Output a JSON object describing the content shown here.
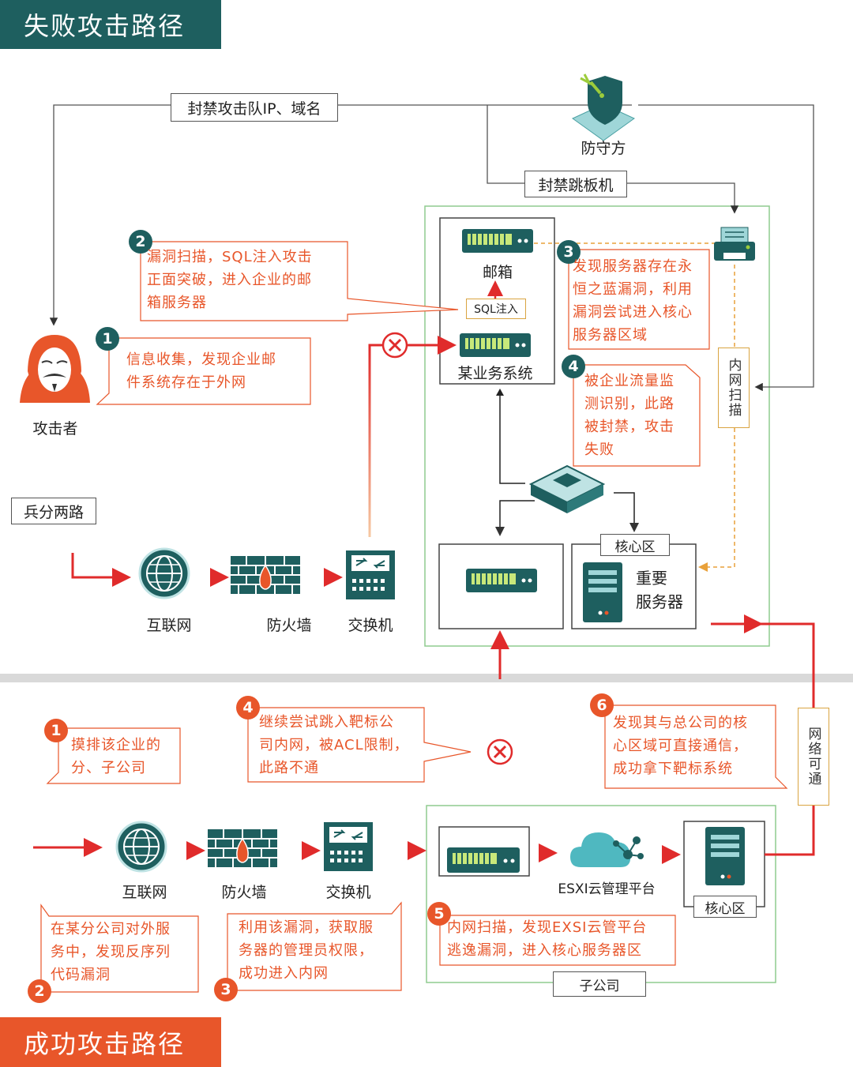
{
  "banners": {
    "fail": "失败攻击路径",
    "success": "成功攻击路径"
  },
  "colors": {
    "teal": "#1e5f5f",
    "orange": "#e8562a",
    "red": "#e02b2b",
    "green": "#8fcc8f",
    "gold": "#d9a441",
    "gray": "#d9d9d9"
  },
  "top": {
    "defender": "防守方",
    "ban_ip": "封禁攻击队IP、域名",
    "ban_jump": "封禁跳板机",
    "attacker": "攻击者",
    "split": "兵分两路",
    "internet": "互联网",
    "firewall": "防火墙",
    "switch": "交换机",
    "mailbox": "邮箱",
    "sql": "SQL注入",
    "biz": "某业务系统",
    "core_label": "核心区",
    "important": "重要",
    "server": "服务器",
    "intranet_scan": "内网扫描",
    "steps": [
      {
        "n": "1",
        "text": [
          "信息收集，发现企业邮",
          "件系统存在于外网"
        ]
      },
      {
        "n": "2",
        "text": [
          "漏洞扫描，SQL注入攻击",
          "正面突破，进入企业的邮",
          "箱服务器"
        ]
      },
      {
        "n": "3",
        "text": [
          "发现服务器存在永",
          "恒之蓝漏洞，利用",
          "漏洞尝试进入核心",
          "服务器区域"
        ]
      },
      {
        "n": "4",
        "text": [
          "被企业流量监",
          "测识别，此路",
          "被封禁，攻击",
          "失败"
        ]
      }
    ]
  },
  "bottom": {
    "internet": "互联网",
    "firewall": "防火墙",
    "switch": "交换机",
    "esxi": "ESXI云管理平台",
    "core_label": "核心区",
    "subsidiary": "子公司",
    "net_reach": "网络可通",
    "steps": [
      {
        "n": "1",
        "text": [
          "摸排该企业的",
          "分、子公司"
        ]
      },
      {
        "n": "2",
        "text": [
          "在某分公司对外服",
          "务中，发现反序列",
          "代码漏洞"
        ]
      },
      {
        "n": "3",
        "text": [
          "利用该漏洞，获取服",
          "务器的管理员权限，",
          "成功进入内网"
        ]
      },
      {
        "n": "4",
        "text": [
          "继续尝试跳入靶标公",
          "司内网，被ACL限制，",
          "此路不通"
        ]
      },
      {
        "n": "5",
        "text": [
          "内网扫描，发现EXSI云管平台",
          "逃逸漏洞，进入核心服务器区"
        ]
      },
      {
        "n": "6",
        "text": [
          "发现其与总公司的核",
          "心区域可直接通信，",
          "成功拿下靶标系统"
        ]
      }
    ]
  }
}
